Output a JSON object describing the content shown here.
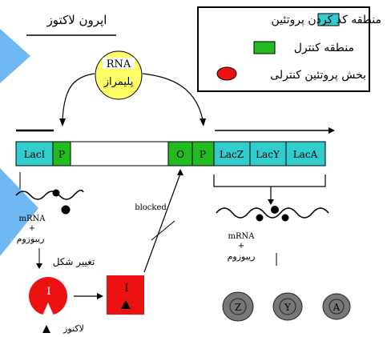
{
  "title": "اپرون لاکتوز",
  "legend": [
    {
      "label": "منطقه کد کردن پروتئین",
      "color": "#33cccc",
      "shape": "rect"
    },
    {
      "label": "منطقه کنترل",
      "color": "#22bb22",
      "shape": "rect"
    },
    {
      "label": "بخش پروتئین کنترلی",
      "color": "#ee1111",
      "shape": "ellipse"
    }
  ],
  "polymerase": {
    "line1": "RNA",
    "line2": "پلیمراز",
    "color": "#ffff66"
  },
  "genes": [
    "LacI",
    "P",
    "O",
    "P",
    "LacZ",
    "LacY",
    "LacA"
  ],
  "labels": {
    "mrna_left": "mRNA",
    "plus_left": "+",
    "ribosome_left": "ريبوزوم",
    "shape_change": "تغییر شکل",
    "repressor_active": "I",
    "repressor_bound": "I",
    "lactose": "لاکتوز",
    "blocked": "blocked",
    "mrna_right": "mRNA",
    "plus_right": "+",
    "ribosome_right": "ريبوزوم"
  },
  "proteins": [
    "Z",
    "Y",
    "A"
  ],
  "colors": {
    "coding": "#33cccc",
    "control": "#22bb22",
    "repressor": "#ee1111",
    "protein": "#777777",
    "accent": "#6fb7f2"
  }
}
